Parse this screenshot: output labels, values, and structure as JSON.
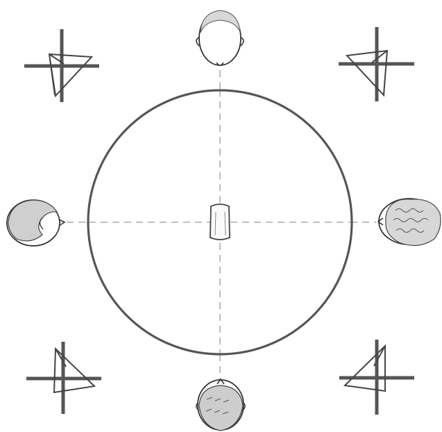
{
  "diagram": {
    "description_free": true,
    "colors": {
      "background": "#ffffff",
      "circle": "#555555",
      "guides": "#9a9a9a",
      "stands": "#555555",
      "stand_thin": "#444444",
      "head_fill": "#ffffff",
      "head_line": "#333333"
    },
    "elements": {
      "circle": "table-circle",
      "center": "center-microphone",
      "stands": [
        "stand-top-left",
        "stand-top-right",
        "stand-bottom-left",
        "stand-bottom-right"
      ],
      "heads": [
        "head-top-bald",
        "head-left-short-hair",
        "head-right-curly-hair",
        "head-bottom-short-hair"
      ]
    }
  }
}
